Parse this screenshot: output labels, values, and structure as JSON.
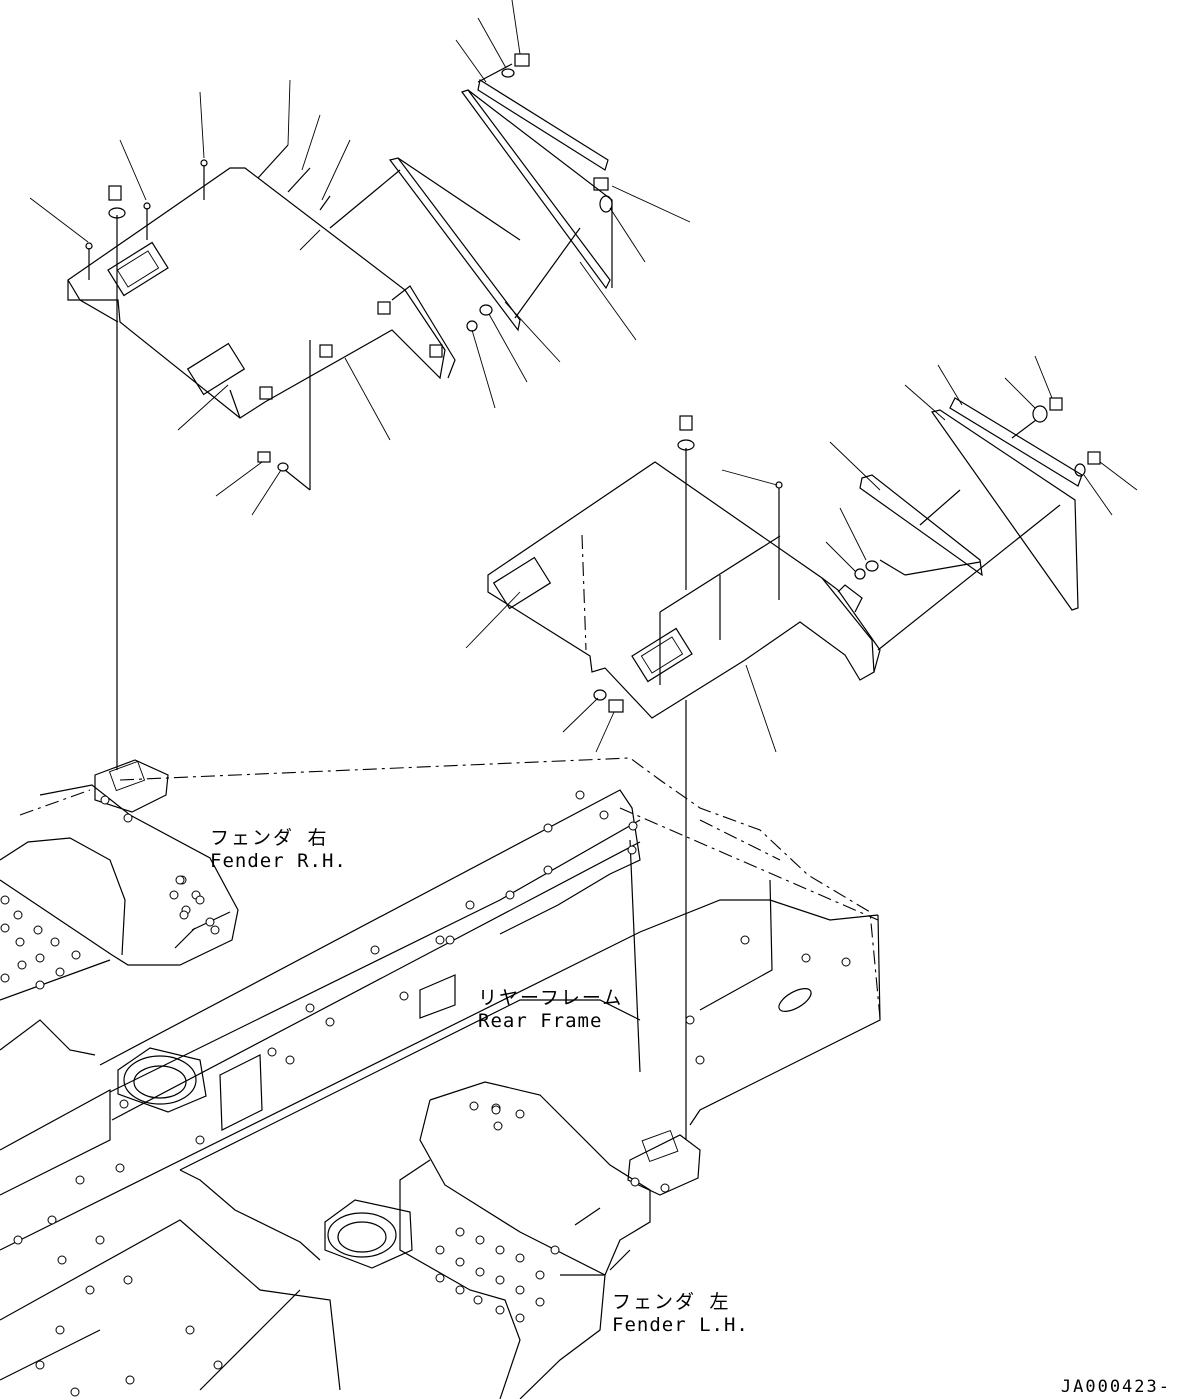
{
  "labels": {
    "fender_rh_jp": "フェンダ 右",
    "fender_rh_en": "Fender R.H.",
    "rear_frame_jp": "リヤーフレーム",
    "rear_frame_en": "Rear Frame",
    "fender_lh_jp": "フェンダ 左",
    "fender_lh_en": "Fender L.H."
  },
  "drawing_code": "JA000423-",
  "colors": {
    "line": "#000000",
    "background": "#ffffff"
  }
}
